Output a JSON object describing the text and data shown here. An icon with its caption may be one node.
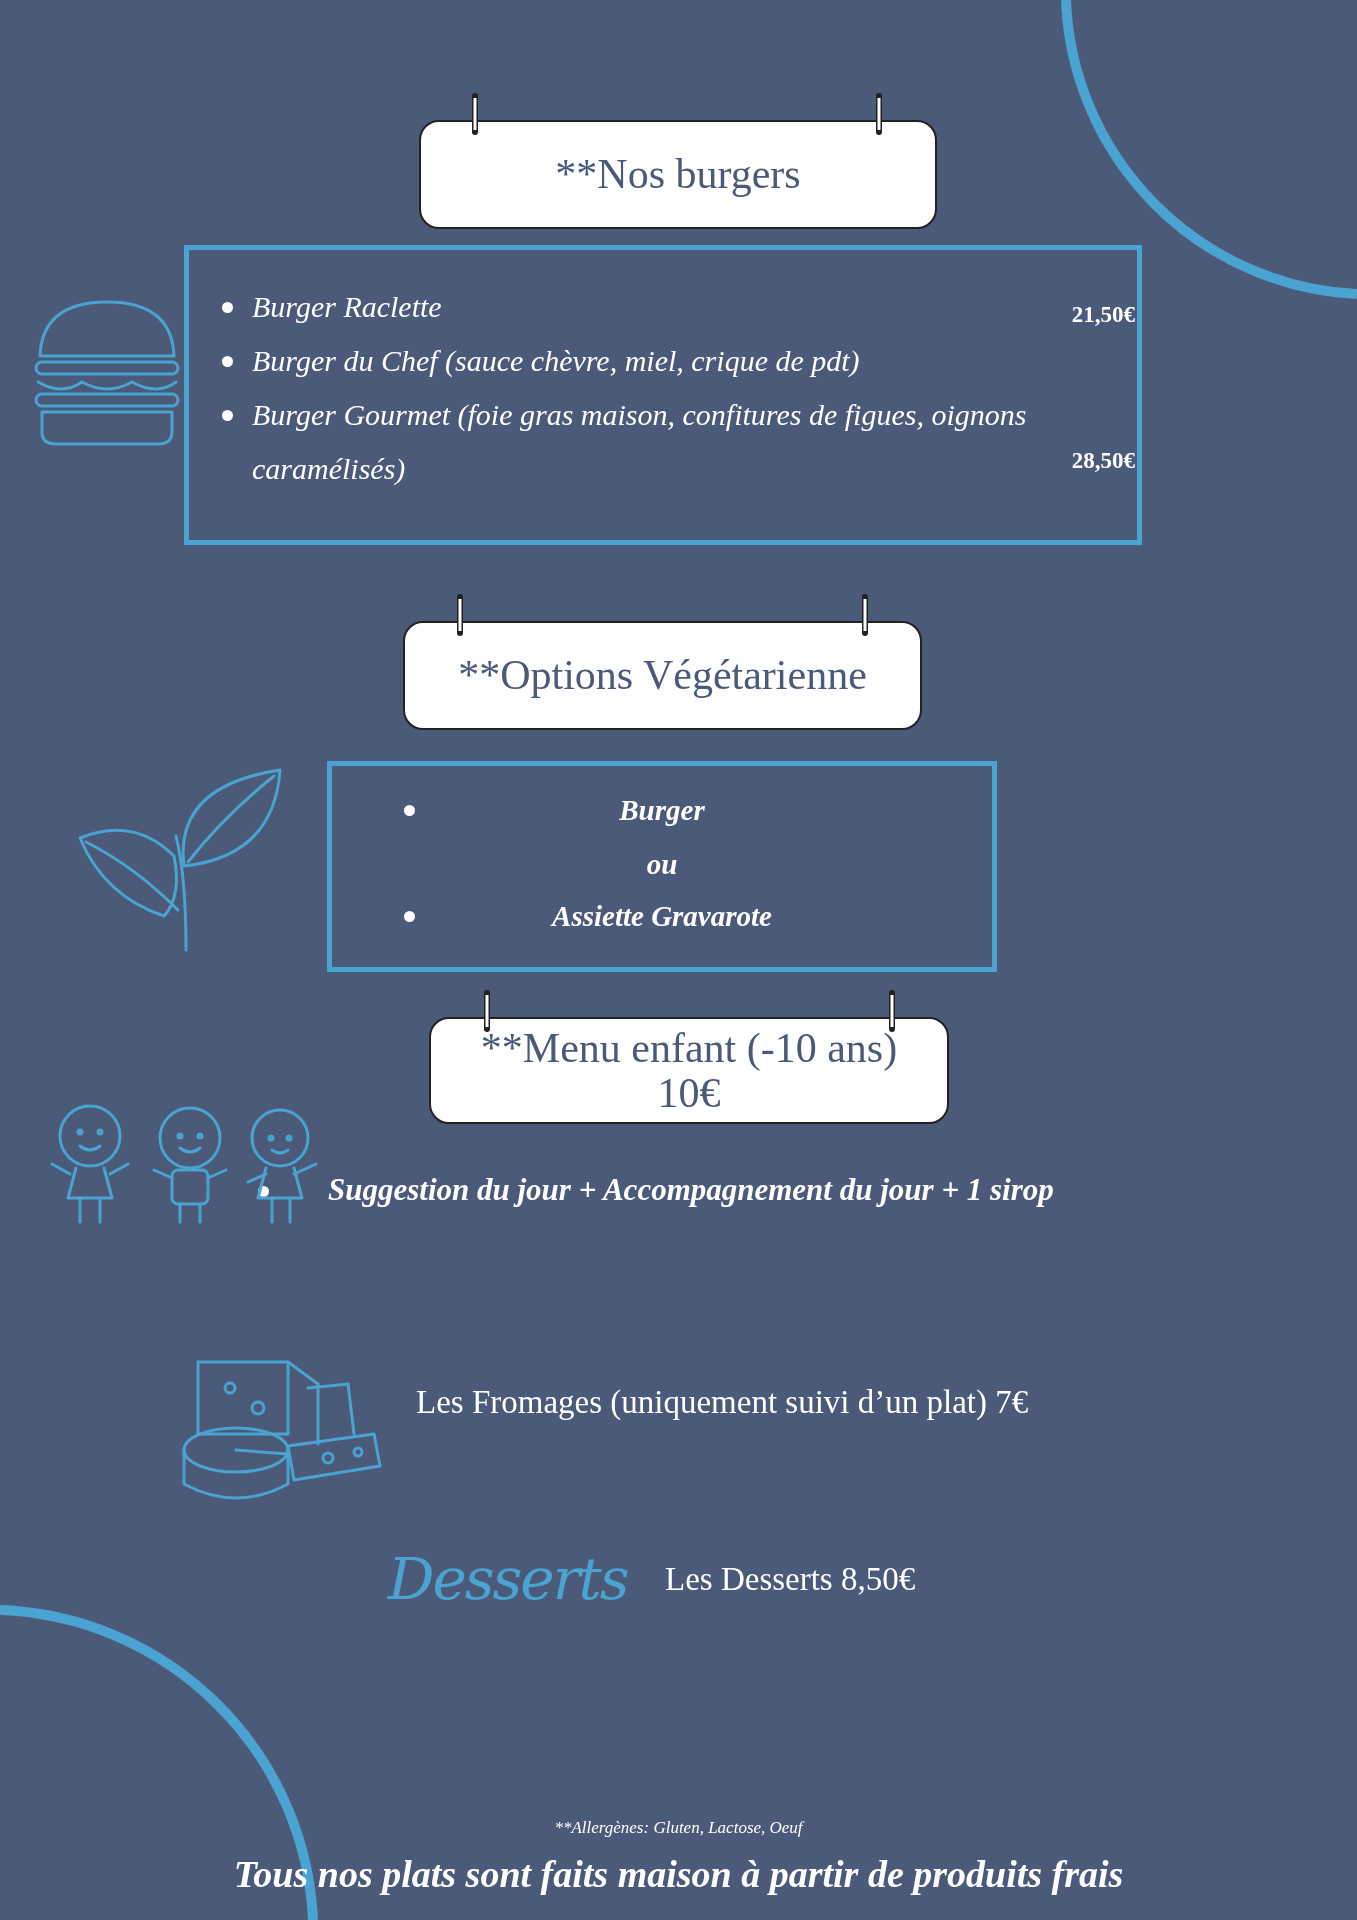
{
  "diagram": {
    "caption": "Tous nos plats sont faits maison à partir de produits frais",
    "nodes": [
      {
        "text": [
          "**Nos burgers"
        ]
      },
      {
        "text": [
          "Burger Raclette",
          "21,50€",
          "Burger du Chef  (sauce chèvre, miel, crique de pdt)",
          "Burger Gourmet (foie gras maison, confitures de figues, oignons caramélisés)",
          "28,50€"
        ]
      },
      {
        "text": [
          "**Options Végétarienne"
        ]
      },
      {
        "text": [
          "Burger",
          "ou",
          "Assiette Gravarote"
        ]
      },
      {
        "text": [
          "**Menu enfant (-10 ans) 10€"
        ]
      }
    ],
    "edges": [],
    "labels": [
      "Suggestion du jour + Accompagnement du jour + 1 sirop",
      "Les Fromages (uniquement suivi d’un plat) 7€",
      "Desserts",
      "Les Desserts 8,50€",
      "**Allergènes: Gluten, Lactose, Oeuf"
    ]
  }
}
